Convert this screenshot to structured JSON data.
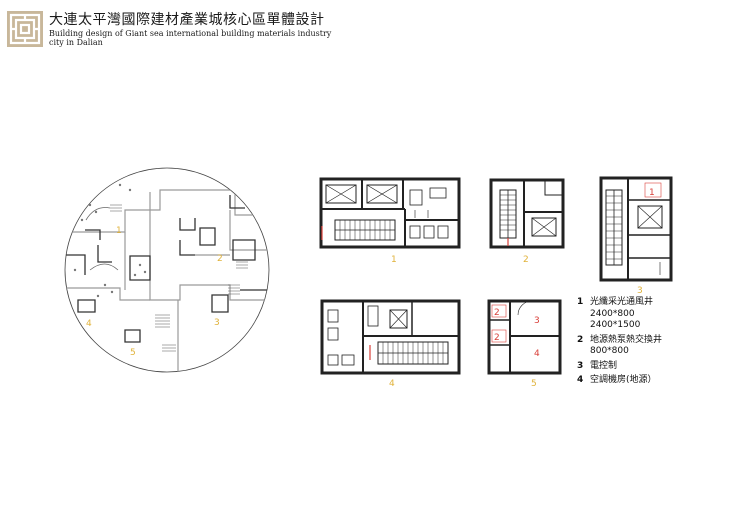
{
  "header": {
    "title_cn": "大連太平灣國際建材產業城核心區單體設計",
    "title_en": "Building design of Giant sea international building materials industry city in Dalian"
  },
  "colors": {
    "logo": "#c8b79a",
    "walls": "#222222",
    "accent_red": "#d9403a",
    "accent_yellow": "#e0b23a",
    "site_grey": "#9a9a9a"
  },
  "site_markers": [
    "1",
    "2",
    "3",
    "4",
    "5"
  ],
  "core_labels": [
    "1",
    "2",
    "3",
    "4",
    "5"
  ],
  "legend": [
    {
      "num": "1",
      "text": "光纖采光通風井",
      "subs": [
        "2400*800",
        "2400*1500"
      ]
    },
    {
      "num": "2",
      "text": "地源熱泵熱交換井",
      "subs": [
        "800*800"
      ]
    },
    {
      "num": "3",
      "text": "電控制",
      "subs": []
    },
    {
      "num": "4",
      "text": "空調機房(地源）",
      "subs": []
    }
  ]
}
